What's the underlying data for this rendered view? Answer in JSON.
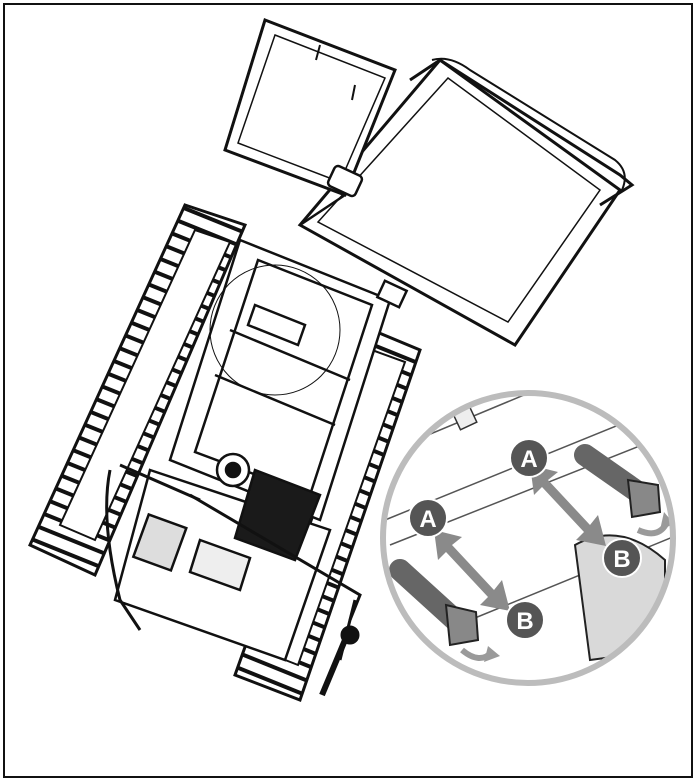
{
  "figure": {
    "callouts": [
      {
        "id": "A-top",
        "letter": "A"
      },
      {
        "id": "A-left",
        "letter": "A"
      },
      {
        "id": "B-right",
        "letter": "B"
      },
      {
        "id": "B-bottom",
        "letter": "B"
      }
    ],
    "colors": {
      "stroke": "#111111",
      "callout_fill": "#555555",
      "arrow": "#8a8a8a",
      "magnifier_ring": "#bcbcbc",
      "engine_block": "#1a1a1a"
    },
    "icons": [
      "tracked-carrier-illustration",
      "magnifier-detail",
      "double-arrow",
      "rotation-arrow",
      "hex-bolt"
    ]
  }
}
